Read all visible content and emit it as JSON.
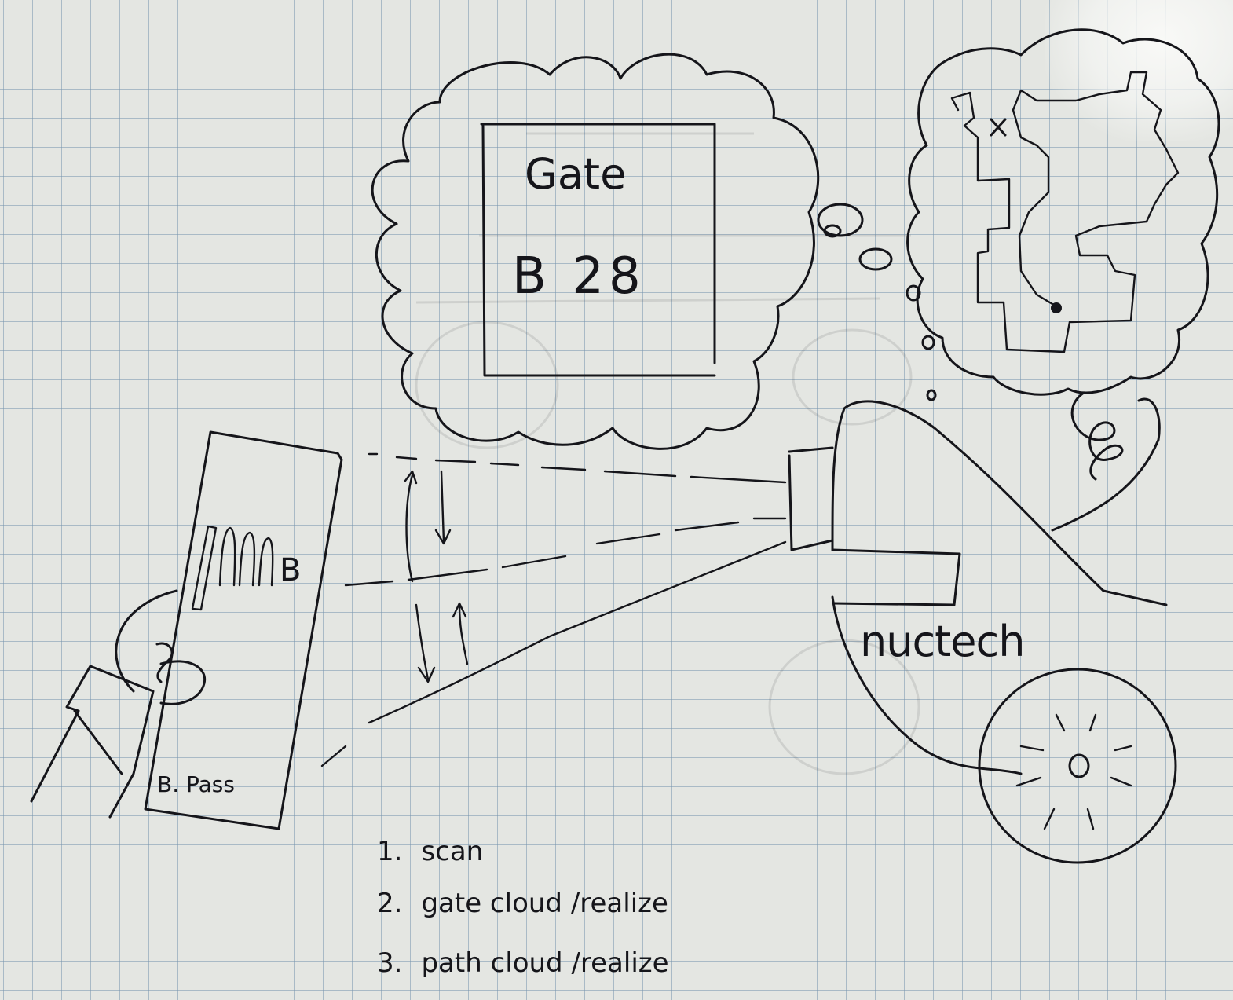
{
  "thought_cloud": {
    "gate_label": "Gate",
    "gate_code": "B 28"
  },
  "boarding_pass": {
    "label": "B. Pass",
    "code": "B"
  },
  "kiosk": {
    "brand": "nuctech"
  },
  "steps": [
    {
      "number": "1.",
      "text": "scan"
    },
    {
      "number": "2.",
      "text": "gate cloud  /realize"
    },
    {
      "number": "3.",
      "text": "path cloud  /realize"
    }
  ]
}
